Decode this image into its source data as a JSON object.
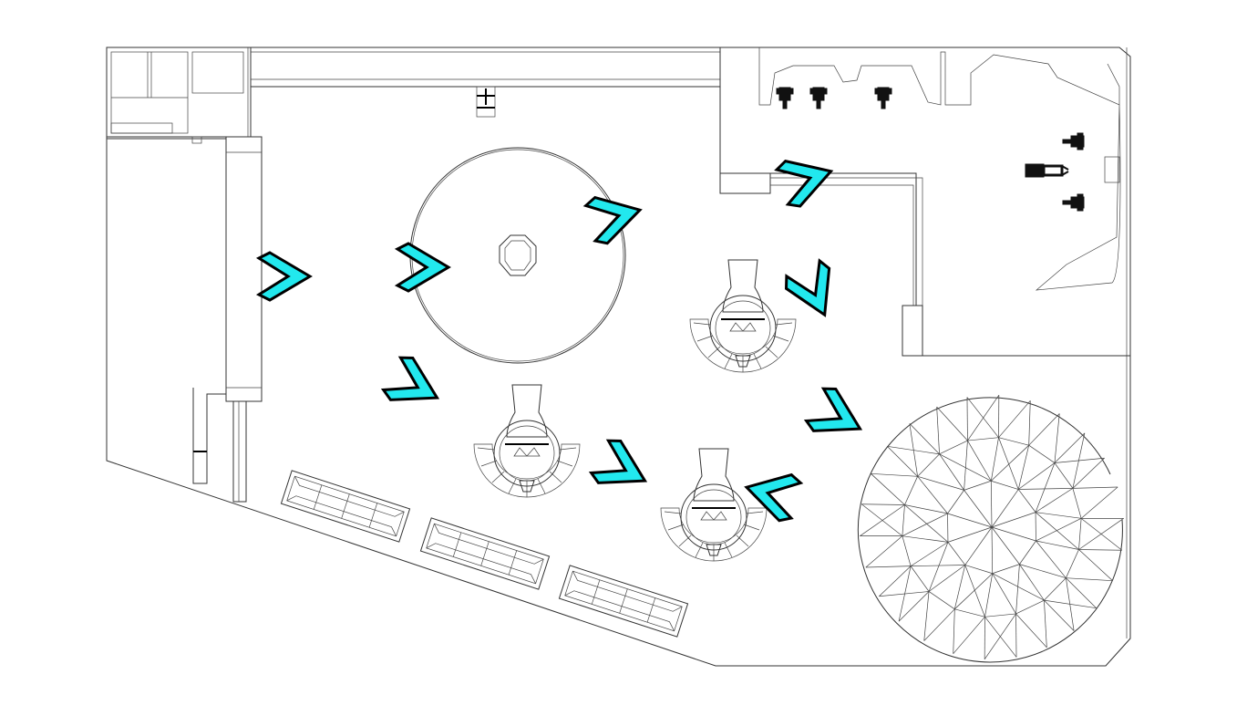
{
  "diagram": {
    "type": "floor-plan",
    "colors": {
      "arrow_fill": "#22e8ee",
      "arrow_stroke": "#000000",
      "wall": "#333333",
      "background": "#ffffff"
    },
    "icons": [
      "chevron-arrow-icon",
      "kiosk-icon",
      "bench-icon",
      "geodesic-dome-icon",
      "chair-icon",
      "octagon-table-icon"
    ],
    "arrow_count": 9,
    "kiosk_count": 3,
    "bench_count": 3
  }
}
